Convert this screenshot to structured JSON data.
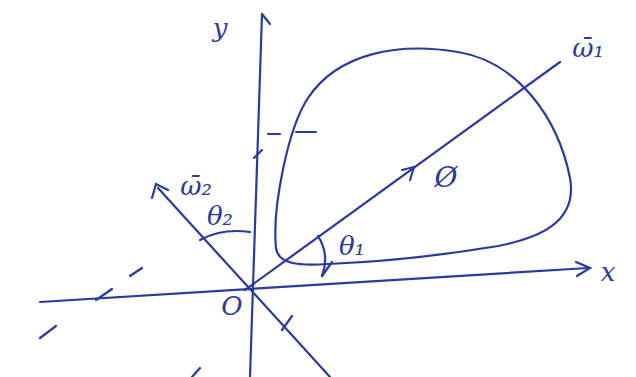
{
  "diagram": {
    "nodes": [
      {
        "text": [
          "Ø"
        ]
      }
    ],
    "labels": [
      "y",
      "x",
      "O",
      "ω̄₁",
      "ω̄₂",
      "θ₂",
      "θ₁"
    ]
  }
}
